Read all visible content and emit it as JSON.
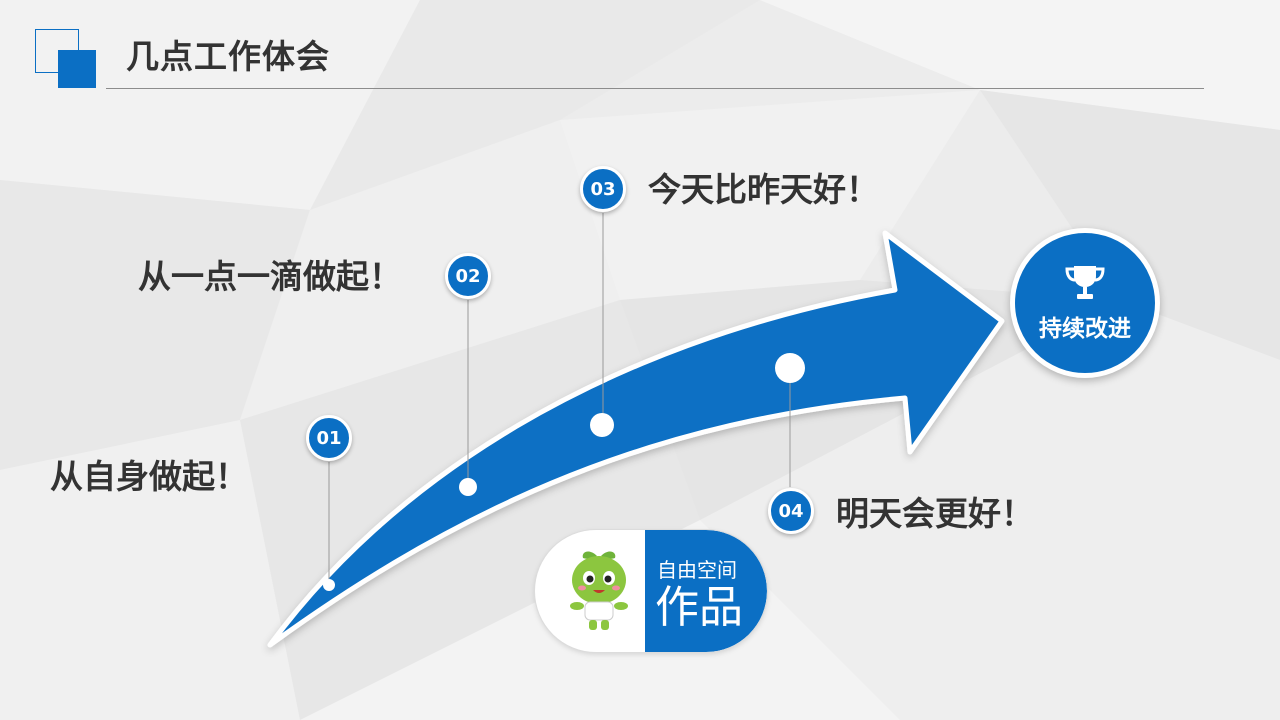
{
  "title": "几点工作体会",
  "steps": [
    {
      "number": "01",
      "text": "从自身做起！"
    },
    {
      "number": "02",
      "text": "从一点一滴做起！"
    },
    {
      "number": "03",
      "text": "今天比昨天好！"
    },
    {
      "number": "04",
      "text": "明天会更好！"
    }
  ],
  "goal": {
    "icon": "trophy-icon",
    "label": "持续改进"
  },
  "brand": {
    "line1": "自由空间",
    "line2": "作品"
  },
  "colors": {
    "accent": "#0b6fc4",
    "text": "#333333",
    "mascot": "#8cc63f"
  }
}
